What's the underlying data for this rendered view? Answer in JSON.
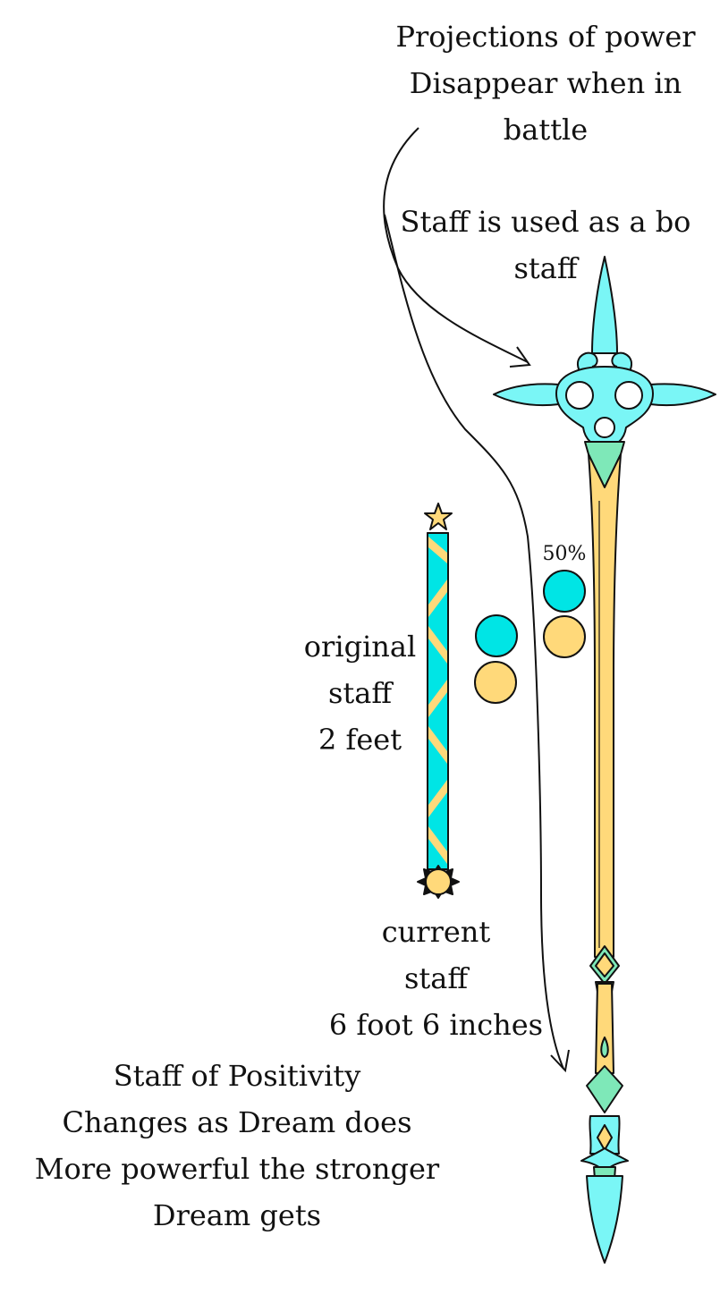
{
  "labels": {
    "projections": [
      "Projections of power",
      "Disappear when in",
      "battle"
    ],
    "bo_staff": [
      "Staff is used as a bo",
      "staff"
    ],
    "original": [
      "original",
      "staff",
      "2 feet"
    ],
    "current": [
      "current",
      "staff",
      "6 foot 6 inches"
    ],
    "positivity": [
      "Staff of Positivity",
      "Changes as Dream does",
      "More powerful the stronger",
      "Dream gets"
    ],
    "percent": "50%"
  },
  "colors": {
    "cyan": "#00e5e5",
    "light_cyan": "#7af6f6",
    "gold": "#ffd97a",
    "green": "#7ee8b8",
    "outline": "#111111"
  }
}
